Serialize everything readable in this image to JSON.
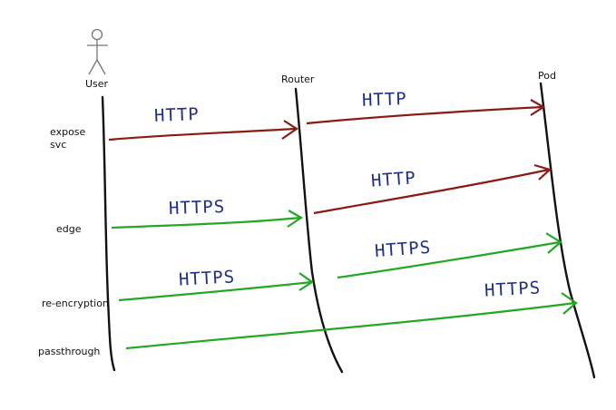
{
  "actors": {
    "user": "User",
    "router": "Router",
    "pod": "Pod"
  },
  "rows": [
    {
      "label": "expose\nsvc",
      "first_protocol": "HTTP",
      "second_protocol": "HTTP"
    },
    {
      "label": "edge",
      "first_protocol": "HTTPS",
      "second_protocol": "HTTP"
    },
    {
      "label": "re-encryption",
      "first_protocol": "HTTPS",
      "second_protocol": "HTTPS"
    },
    {
      "label": "passthrough",
      "first_protocol": "HTTPS"
    }
  ],
  "colors": {
    "http_arrow": "#8b1a12",
    "https_arrow": "#22a822",
    "protocol_text": "#1f2f8c",
    "lifeline": "#111111"
  }
}
